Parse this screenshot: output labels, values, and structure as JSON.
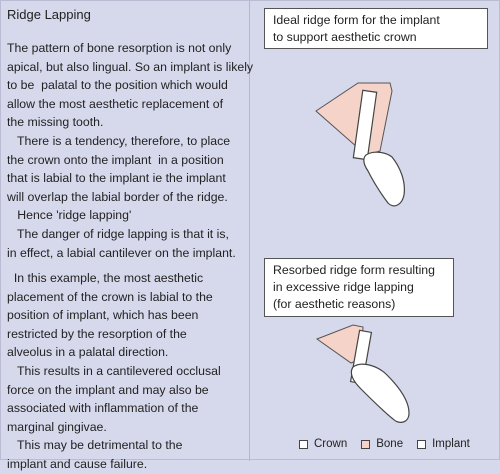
{
  "title": "Ridge Lapping",
  "paragraph1": [
    "The pattern of bone resorption is not only",
    "apical, but also lingual. So an implant is likely",
    "to be  palatal to the position which would",
    "allow the most aesthetic replacement of",
    "the missing tooth.",
    "   There is a tendency, therefore, to place",
    "the crown onto the implant  in a position",
    "that is labial to the implant ie the implant",
    "will overlap the labial border of the ridge.",
    "   Hence 'ridge lapping'",
    "   The danger of ridge lapping is that it is,",
    "in effect, a labial cantilever on the implant."
  ],
  "paragraph2": [
    "  In this example, the most aesthetic",
    "placement of the crown is labial to the",
    "position of implant, which has been",
    "restricted by the resorption of the",
    "alveolus in a palatal direction.",
    "   This results in a cantilevered occlusal",
    "force on the implant and may also be",
    "associated with inflammation of the",
    "marginal gingivae.",
    "   This may be detrimental to the",
    "implant and cause failure."
  ],
  "box1": [
    "Ideal ridge form for the implant",
    "to support aesthetic crown"
  ],
  "box2": [
    "Resorbed ridge form resulting",
    "in excessive ridge lapping",
    "(for aesthetic reasons)"
  ],
  "legend": [
    {
      "label": "Crown",
      "color": "#ffffff"
    },
    {
      "label": "Bone",
      "color": "#f6d3c8"
    },
    {
      "label": "Implant",
      "color": "#ffffff"
    }
  ]
}
